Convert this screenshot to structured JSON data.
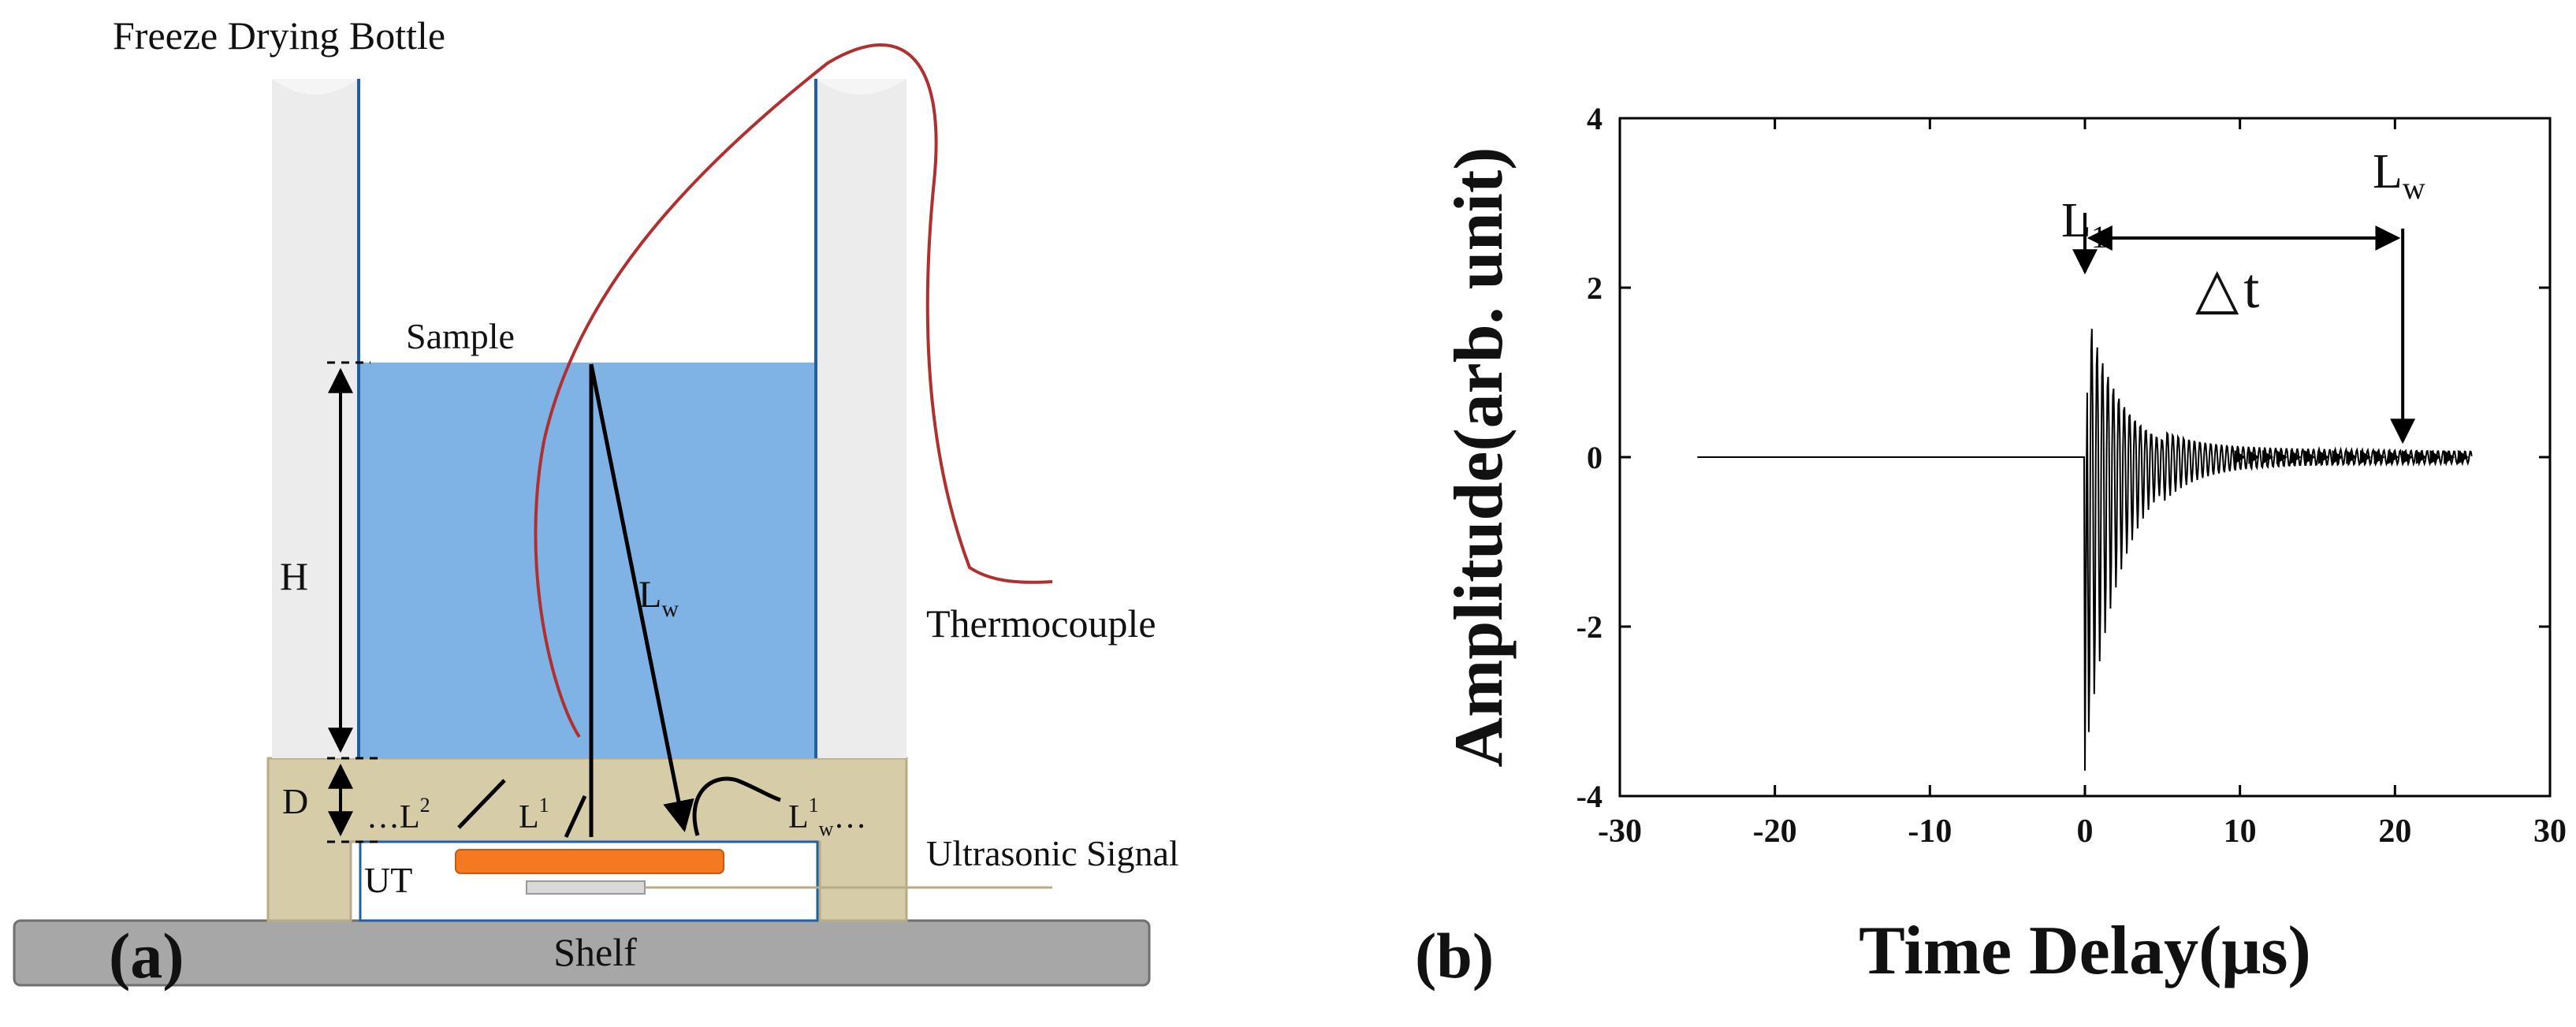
{
  "panel_a": {
    "panel_label": "(a)",
    "labels": {
      "bottle": "Freeze Drying Bottle",
      "sample": "Sample",
      "thermocouple": "Thermocouple",
      "ultrasonic": "Ultrasonic Signal",
      "ut": "UT",
      "shelf": "Shelf",
      "h": "H",
      "d": "D",
      "lw_main": "L",
      "lw_main_sub": "w",
      "l1_pre": "L",
      "l1_sup": "1",
      "l2_pre": "…L",
      "l2_sup": "2",
      "l1w_pre": "L",
      "l1w_sup": "1",
      "l1w_sub": "w",
      "l1w_dots": "…"
    },
    "colors": {
      "water": "#7fb3e6",
      "base": "#d6cca8",
      "wall": "#ececec",
      "wall_edge": "#1f5fa8",
      "transducer": "#f47920",
      "thermocouple_wire": "#b03030",
      "shelf": "#a7a7a7"
    }
  },
  "panel_b": {
    "panel_label": "(b)",
    "annotations": {
      "l1": "L",
      "l1_sub": "1",
      "lw": "L",
      "lw_sub": "w",
      "dt_symbol": "△",
      "dt_t": "t"
    }
  },
  "chart_data": {
    "type": "line",
    "title": "",
    "xlabel": "Time Delay(μs)",
    "ylabel": "Amplitude(arb. unit)",
    "xlim": [
      -30,
      30
    ],
    "ylim": [
      -4,
      4
    ],
    "xticks": [
      -30,
      -20,
      -10,
      0,
      10,
      20,
      30
    ],
    "yticks": [
      -4,
      -2,
      0,
      2,
      4
    ],
    "xtick_labels": [
      "-30",
      "-20",
      "-10",
      "0",
      "10",
      "20",
      "30"
    ],
    "ytick_labels": [
      "-4",
      "-2",
      "0",
      "2",
      "4"
    ],
    "grid": false,
    "series": [
      {
        "description_points": {
          "baseline_start_us": -25,
          "first_echo_us": 0,
          "first_echo_min": -3.7,
          "first_echo_max": 1.9,
          "tail_end_us": 25
        }
      }
    ],
    "markers": {
      "L1_us": 0,
      "Lw_us": 20.5,
      "delta_t_us": 20.5
    }
  }
}
